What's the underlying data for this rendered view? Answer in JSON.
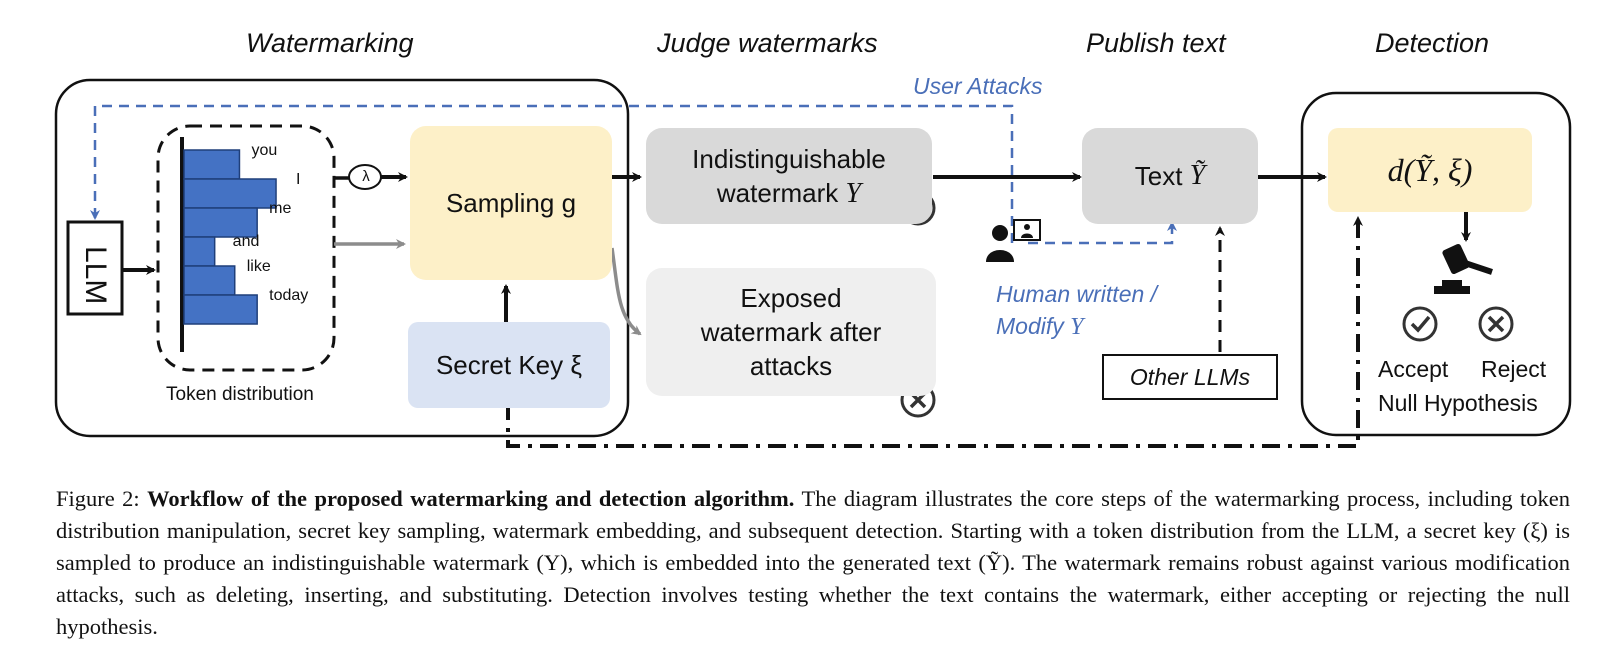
{
  "stages": {
    "watermarking": "Watermarking",
    "judge": "Judge watermarks",
    "publish": "Publish text",
    "detection": "Detection"
  },
  "llm_label": "LLM",
  "token_distribution": {
    "label": "Token distribution",
    "tokens": [
      "you",
      "I",
      "me",
      "and",
      "like",
      "today"
    ],
    "probabilities": [
      0.47,
      0.78,
      0.62,
      0.26,
      0.43,
      0.62
    ]
  },
  "lambda_symbol": "λ",
  "sampling_label": "Sampling g",
  "secret_key_label": "Secret Key ξ",
  "indistinguishable": {
    "line1": "Indistinguishable",
    "line2": "watermark",
    "var": "Y"
  },
  "exposed": {
    "line1": "Exposed",
    "line2": "watermark after",
    "line3": "attacks"
  },
  "user_attacks": "User Attacks",
  "human_written": {
    "line1": "Human written /",
    "line2": "Modify",
    "var": "Y"
  },
  "text_box": {
    "label": "Text",
    "var": "Ỹ"
  },
  "other_llms": "Other LLMs",
  "detector": "d(Ỹ, ξ)",
  "accept": "Accept",
  "reject": "Reject",
  "null_hypothesis": "Null Hypothesis",
  "colors": {
    "blue_bar": "#4472c4",
    "sampling_fill": "#fdf0c8",
    "key_fill": "#dae3f3",
    "gray_fill": "#d9d9d9",
    "light_fill": "#efefef",
    "attack_blue": "#4a6fb8"
  },
  "caption": {
    "prefix": "Figure 2: ",
    "bold": "Workflow of the proposed watermarking and detection algorithm.",
    "body": " The diagram illustrates the core steps of the watermarking process, including token distribution manipulation, secret key sampling, watermark embedding, and subsequent detection. Starting with a token distribution from the LLM, a secret key (ξ) is sampled to produce an indistinguishable watermark (Y), which is embedded into the generated text (Ỹ). The watermark remains robust against various modification attacks, such as deleting, inserting, and substituting. Detection involves testing whether the text contains the watermark, either accepting or rejecting the null hypothesis."
  }
}
